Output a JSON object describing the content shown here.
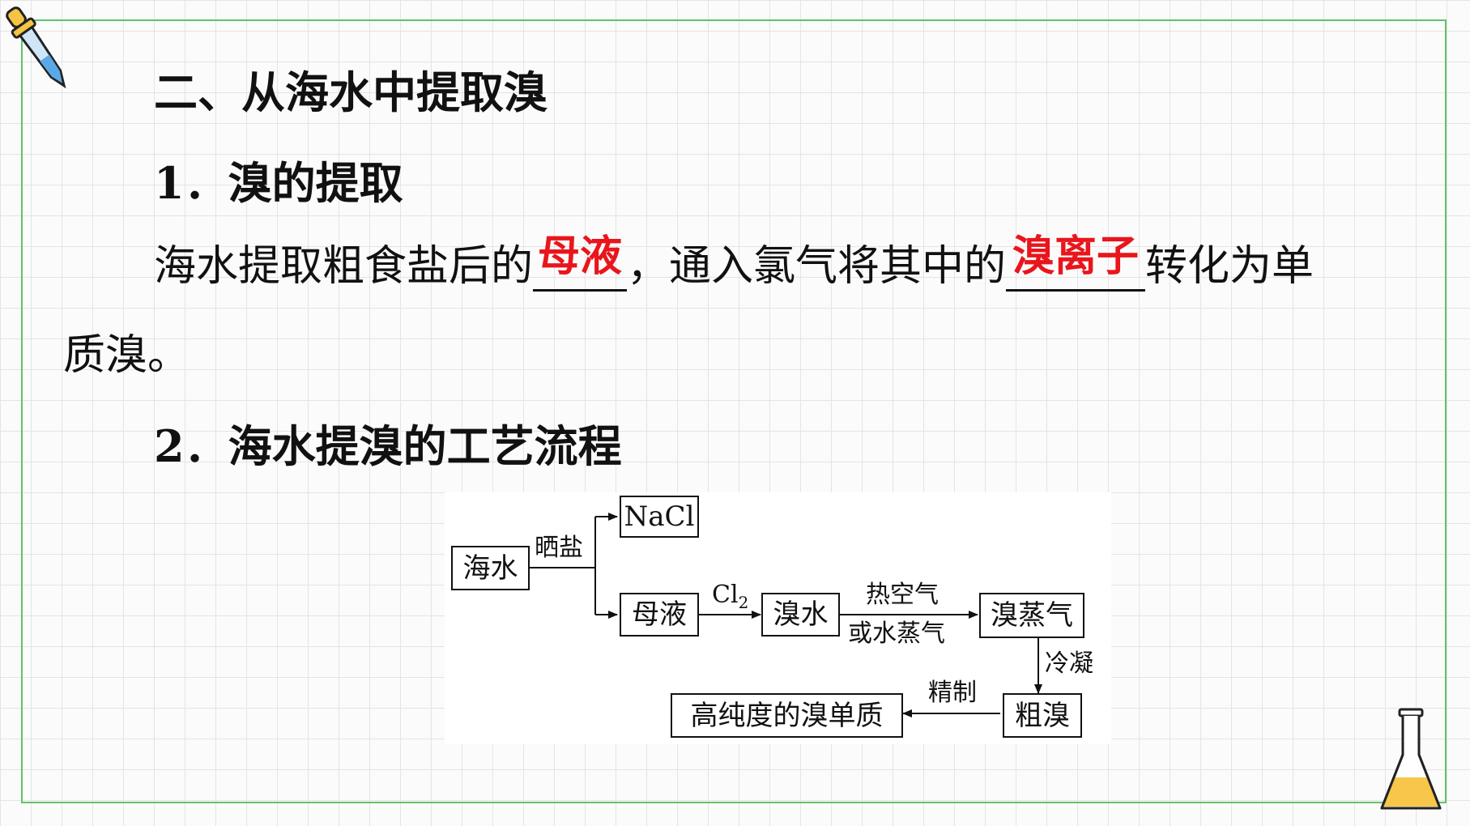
{
  "section_title": "二、从海水中提取溴",
  "sub1": {
    "num": "1．",
    "title": "溴的提取"
  },
  "paragraph": {
    "part1": "海水提取粗食盐后的",
    "blank1": "母液",
    "part2": "，通入氯气将其中的",
    "blank2": "溴离子",
    "part3": "转化为单",
    "part4": "质溴。"
  },
  "sub2": {
    "num": "2．",
    "title": "海水提溴的工艺流程"
  },
  "flow": {
    "seawater": "海水",
    "sun_salt": "晒盐",
    "nacl": "NaCl",
    "mother_liquor": "母液",
    "cl2_main": "Cl",
    "cl2_sub": "2",
    "bromine_water": "溴水",
    "hot_air": "热空气",
    "or_steam": "或水蒸气",
    "bromine_vapor": "溴蒸气",
    "condense": "冷凝",
    "crude_bromine": "粗溴",
    "refine": "精制",
    "pure_bromine": "高纯度的溴单质"
  },
  "colors": {
    "answer": "#e8161c",
    "frame": "#62c26a"
  },
  "icons": [
    "dropper-icon",
    "flask-icon"
  ]
}
